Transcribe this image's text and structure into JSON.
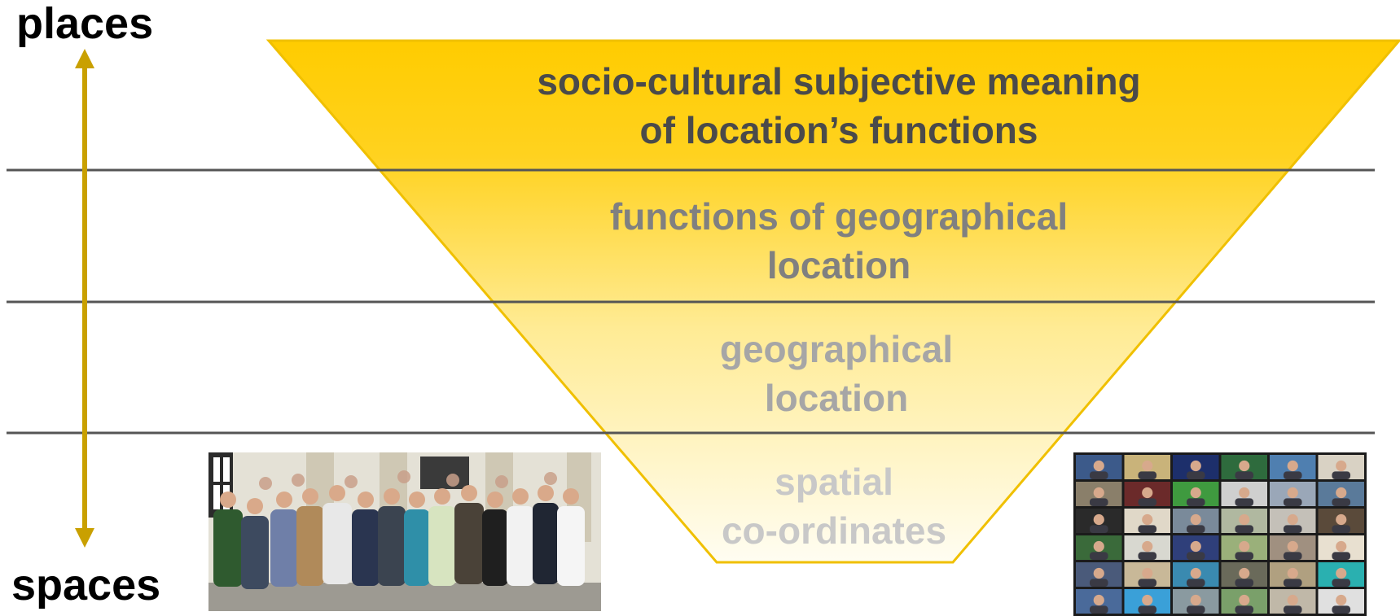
{
  "axis": {
    "top_label": "places",
    "bottom_label": "spaces",
    "arrow_color": "#c9a000"
  },
  "levels": [
    {
      "line1": "socio-cultural subjective meaning",
      "line2": "of location’s functions",
      "color": "#4a4a4a"
    },
    {
      "line1": "functions of geographical",
      "line2": "location",
      "color": "#808080"
    },
    {
      "line1": "geographical",
      "line2": "location",
      "color": "#a6a6a6"
    },
    {
      "line1": "spatial",
      "line2": "co-ordinates",
      "color": "#c8c8c8"
    }
  ],
  "colors": {
    "funnel_top": "#ffcc00",
    "funnel_bottom": "#fffdf2",
    "funnel_border": "#f0c000",
    "divider": "#555555"
  },
  "photos": {
    "left": "group-photo",
    "right": "video-call-grid"
  }
}
